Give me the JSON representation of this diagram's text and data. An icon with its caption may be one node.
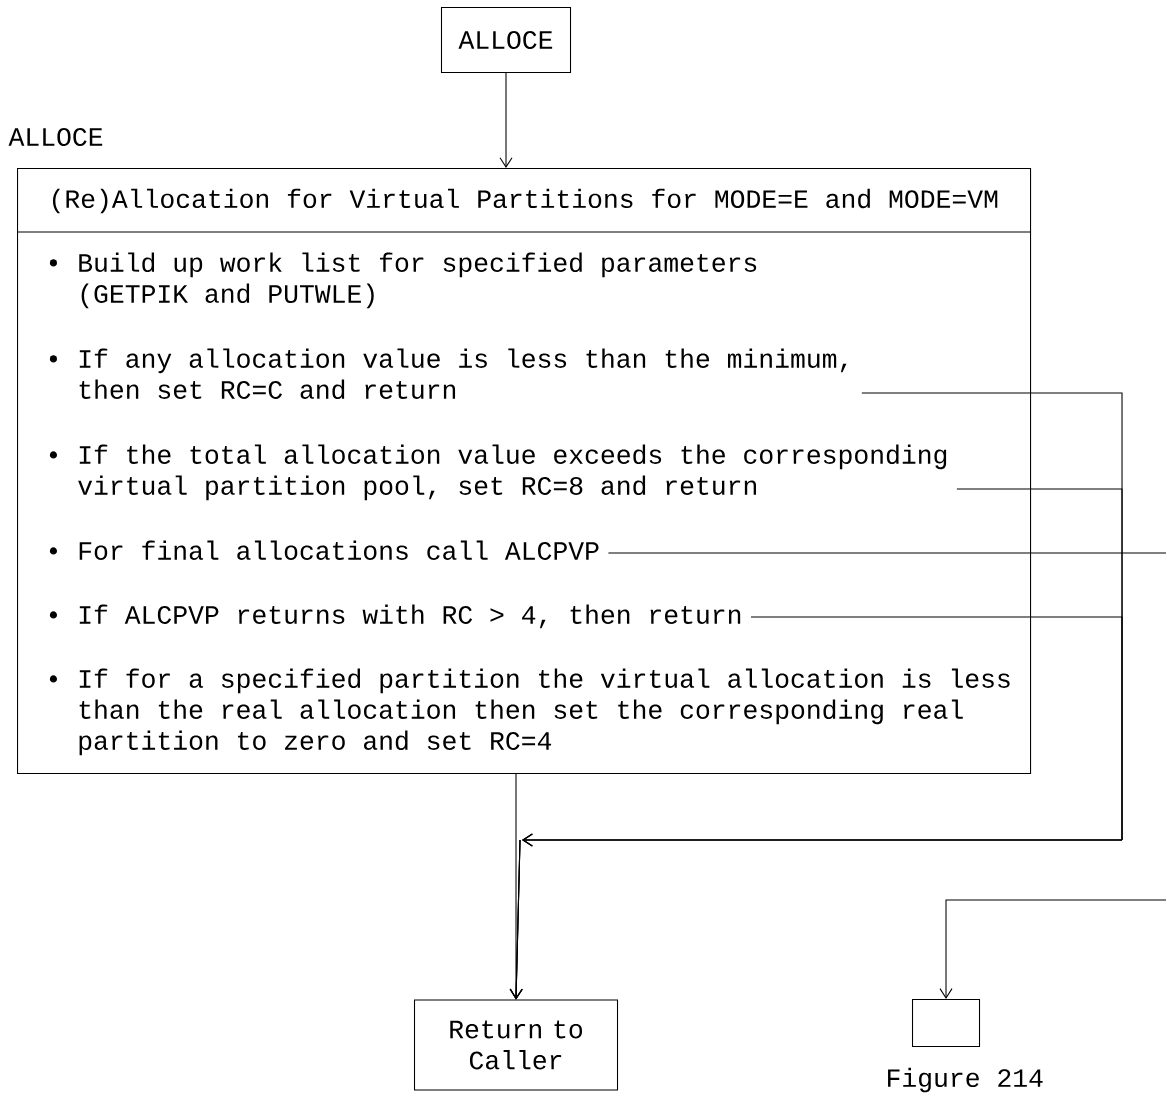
{
  "diagram": {
    "nodes": [
      {
        "text": [
          "ALLOCE"
        ]
      },
      {
        "text": [
          "(Re)Allocation for Virtual Partitions for MODE=E and MODE=VM"
        ],
        "beside": [
          "ALLOCE"
        ]
      },
      {
        "text": [
          "• Build up work list for specified parameters (GETPIK and PUTWLE)"
        ],
        "in": 1
      },
      {
        "text": [
          "• If any allocation value is less than the minimum, then set RC=C and return"
        ],
        "in": 1
      },
      {
        "text": [
          "• If the total allocation value exceeds the corresponding virtual partition pool, set RC=8 and return"
        ],
        "in": 1
      },
      {
        "text": [
          "• For final allocations call ALCPVP"
        ],
        "in": 1
      },
      {
        "text": [
          "• If ALCPVP returns with RC > 4, then return"
        ],
        "in": 1
      },
      {
        "text": [
          "• If for a specified partition the virtual allocation is less than the real allocation then set the corresponding real partition to zero and set RC=4"
        ],
        "in": 1
      },
      {
        "text": [
          "Return to Caller"
        ]
      },
      {
        "text": [],
        "shape": "box",
        "beside": [
          "Figure 214"
        ]
      }
    ],
    "edges": [
      {
        "from": 0,
        "to": 1,
        "arrow": "to"
      },
      {
        "from": 1,
        "to": 8,
        "arrow": "to"
      },
      {
        "from": 3,
        "to": 8,
        "arrow": "to"
      },
      {
        "from": 4,
        "to": 8,
        "arrow": "to"
      },
      {
        "from": 6,
        "to": 8,
        "arrow": "to"
      },
      {
        "from": 5,
        "to": 9,
        "arrow": "to"
      }
    ]
  }
}
